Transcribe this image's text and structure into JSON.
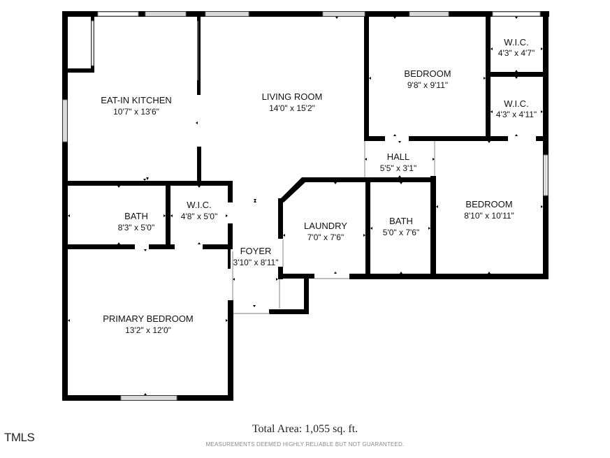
{
  "rooms": {
    "eat_in_kitchen": {
      "name": "EAT-IN KITCHEN",
      "dims": "10'7\" x 13'6\""
    },
    "living_room": {
      "name": "LIVING ROOM",
      "dims": "14'0\" x 15'2\""
    },
    "bedroom_top": {
      "name": "BEDROOM",
      "dims": "9'8\" x 9'11\""
    },
    "wic_top": {
      "name": "W.I.C.",
      "dims": "4'3\" x 4'7\""
    },
    "wic_mid": {
      "name": "W.I.C.",
      "dims": "4'3\" x 4'11\""
    },
    "hall": {
      "name": "HALL",
      "dims": "5'5\" x 3'1\""
    },
    "bath_right": {
      "name": "BATH",
      "dims": "5'0\" x 7'6\""
    },
    "bedroom_right": {
      "name": "BEDROOM",
      "dims": "8'10\" x 10'11\""
    },
    "laundry": {
      "name": "LAUNDRY",
      "dims": "7'0\" x 7'6\""
    },
    "bath_left": {
      "name": "BATH",
      "dims": "8'3\" x 5'0\""
    },
    "wic_left": {
      "name": "W.I.C.",
      "dims": "4'8\" x 5'0\""
    },
    "foyer": {
      "name": "FOYER",
      "dims": "3'10\" x 8'11\""
    },
    "primary_bedroom": {
      "name": "PRIMARY BEDROOM",
      "dims": "13'2\" x 12'0\""
    }
  },
  "footer": {
    "total_area": "Total Area: 1,055 sq. ft.",
    "disclaimer": "MEASUREMENTS DEEMED HIGHLY RELIABLE BUT NOT GUARANTEED.",
    "logo": "TMLS"
  }
}
